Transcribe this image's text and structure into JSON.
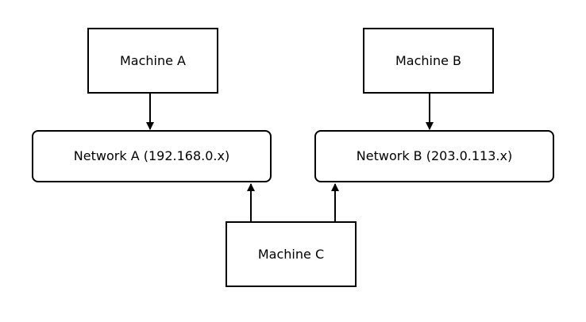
{
  "nodes": {
    "machine_a": "Machine A",
    "machine_b": "Machine B",
    "machine_c": "Machine C",
    "network_a": "Network A (192.168.0.x)",
    "network_b": "Network B (203.0.113.x)"
  },
  "edges": [
    {
      "from": "machine_a",
      "to": "network_a"
    },
    {
      "from": "machine_b",
      "to": "network_b"
    },
    {
      "from": "machine_c",
      "to": "network_a"
    },
    {
      "from": "machine_c",
      "to": "network_b"
    }
  ]
}
